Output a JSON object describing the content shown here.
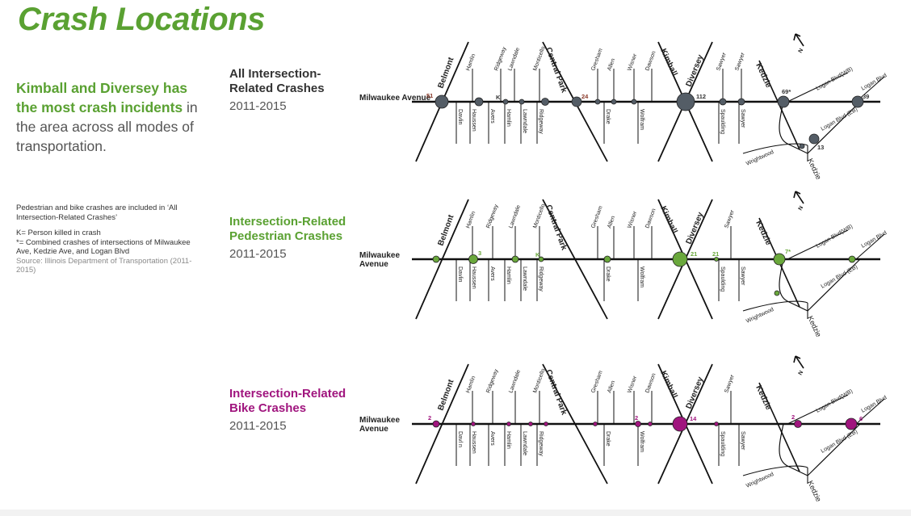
{
  "title": "Crash Locations",
  "headline": {
    "part1": "Kimball and Diversey has the most crash incidents",
    "part2": " in the area across all modes of transportation."
  },
  "notes": {
    "line1": "Pedestrian and bike crashes are included in ‘All Intersection-Related Crashes’",
    "line2": "K= Person killed in crash",
    "line3": "*= Combined crashes of intersections of Milwaukee Ave, Kedzie Ave, and Logan Blvd",
    "source": "Source: Illinois Department of Transportation (2011-2015)"
  },
  "colors": {
    "all": "#545d66",
    "ped": "#6aa83c",
    "bike": "#a0157e",
    "road": "#111111",
    "title": "#5aa132"
  },
  "milwaukee_label": "Milwaukee Avenue",
  "north_label": "N",
  "streets": {
    "belmont": "Belmont",
    "central_park": "Central Park",
    "kimball": "Kimball",
    "diversey": "Diversey",
    "kedzie": "Kedzie",
    "hamlin": "Hamlin",
    "ridgeway": "Ridgeway",
    "lawndale": "Lawndale",
    "monticello": "Monticello",
    "gresham": "Gresham",
    "allen": "Allen",
    "wisner": "Wisner",
    "dawson": "Dawson",
    "davlin": "Davlin",
    "haussen": "Haussen",
    "avers": "Avers",
    "drake": "Drake",
    "wolfram": "Wolfram",
    "spaulding": "Spaulding",
    "sawyer": "Sawyer",
    "logan_wb": "Logan Blvd(WB)",
    "logan_blvd": "Logan Blvd",
    "logan_eb": "Logan Blvd (EB)",
    "wrightwood": "Wrightwood",
    "ridgeway_p2": "Ridgeway",
    "davlin_p3": "Davl n",
    "ridgeway_p3": "R dgeway"
  },
  "panels": [
    {
      "id": "all",
      "title_lines": [
        "All Intersection-",
        "Related Crashes"
      ],
      "years": "2011-2015",
      "color_key": "all",
      "nodes": [
        {
          "id": "belmont",
          "count": 51
        },
        {
          "id": "hamlin_n",
          "count": null
        },
        {
          "id": "ridgeway",
          "count": null,
          "label": "K"
        },
        {
          "id": "monticello_n",
          "count": null
        },
        {
          "id": "lawndale",
          "count": null
        },
        {
          "id": "central_park",
          "count": 24
        },
        {
          "id": "gresham",
          "count": null
        },
        {
          "id": "allen",
          "count": null
        },
        {
          "id": "wisner",
          "count": null
        },
        {
          "id": "kimball_diversey",
          "count": 112
        },
        {
          "id": "sawyer_w",
          "count": null
        },
        {
          "id": "sawyer_e",
          "count": null
        },
        {
          "id": "kedzie",
          "count": "69*"
        },
        {
          "id": "logan_east",
          "count": 39
        },
        {
          "id": "logan_eb",
          "count": 13
        },
        {
          "id": "wrightwood",
          "count": null
        }
      ]
    },
    {
      "id": "ped",
      "title_lines": [
        "Intersection-Related",
        "Pedestrian Crashes"
      ],
      "years": "2011-2015",
      "color_key": "ped",
      "nodes": [
        {
          "id": "belmont",
          "count": null
        },
        {
          "id": "hamlin",
          "count": 3
        },
        {
          "id": "lawndale",
          "count": null
        },
        {
          "id": "monticello",
          "count": null,
          "label": "K"
        },
        {
          "id": "gresham",
          "count": null
        },
        {
          "id": "kimball_diversey",
          "count": 21
        },
        {
          "id": "spaulding",
          "count": null,
          "label": "21"
        },
        {
          "id": "kedzie",
          "count": "7*"
        },
        {
          "id": "logan_east",
          "count": null
        },
        {
          "id": "wrightwood",
          "count": null
        }
      ]
    },
    {
      "id": "bike",
      "title_lines": [
        "Intersection-Related",
        "Bike Crashes"
      ],
      "years": "2011-2015",
      "color_key": "bike",
      "nodes": [
        {
          "id": "belmont",
          "count": 2
        },
        {
          "id": "hamlin",
          "count": null
        },
        {
          "id": "avers",
          "count": null
        },
        {
          "id": "lawndale",
          "count": null
        },
        {
          "id": "monticello",
          "count": null
        },
        {
          "id": "gresham",
          "count": null
        },
        {
          "id": "wisner",
          "count": 2
        },
        {
          "id": "dawson",
          "count": null
        },
        {
          "id": "kimball_diversey",
          "count": 14
        },
        {
          "id": "spaulding",
          "count": null
        },
        {
          "id": "kedzie",
          "count": 2
        },
        {
          "id": "logan_east",
          "count": 6
        }
      ]
    }
  ]
}
